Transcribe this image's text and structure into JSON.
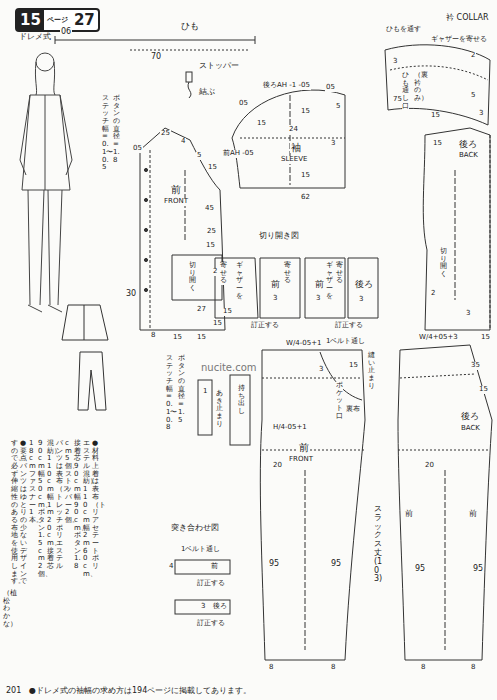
{
  "diagram": {
    "nodes": [
      {
        "text": [
          "15",
          "ページ",
          "27"
        ]
      }
    ],
    "labels": [
      "ドレメ式",
      "06",
      "ひも",
      "70",
      "ストッパー",
      "結ぶ",
      "後ろAH -1 -05",
      "05",
      "05",
      "15",
      "5",
      "15",
      "24",
      "袖",
      "SLEEVE",
      "前AH -05",
      "15",
      "3",
      "62",
      "衿 COLLAR",
      "ひもを通す",
      "ギャザーを寄せる",
      "3",
      "2",
      "ひも通し口",
      "（裏衿のみ）",
      "75",
      "15",
      "5",
      "3",
      "ボタンの直径=1.8",
      "ステッチ幅=0.1〜0.5",
      "05",
      "25",
      "4",
      "5",
      "15",
      "前",
      "FRONT",
      "45",
      "25",
      "30",
      "15",
      "2",
      "27",
      "切り開く",
      "15",
      "8",
      "15",
      "15",
      "切り開き図",
      "寄せる",
      "ギャザーを",
      "前",
      "3",
      "寄せる",
      "前",
      "3",
      "ギャザーを",
      "寄せる",
      "後ろ",
      "3",
      "15",
      "訂正する",
      "訂正する",
      "後ろ",
      "BACK",
      "15",
      "切り開く",
      "2",
      "3",
      "15",
      "15",
      "ボタンの直径=1.5",
      "ステッチ幅=0.1〜0.8",
      "1",
      "あき止まり",
      "持ち出し",
      "W/4-05+1",
      "1ベルト通し",
      "ポケット口",
      "15",
      "3",
      "縫い止まり",
      "裏布",
      "H/4-05+1",
      "前",
      "FRONT",
      "20",
      "95",
      "95",
      "8",
      "8",
      "スラックス丈(103)",
      "W/4+05+3",
      "35",
      "15",
      "後ろ",
      "BACK",
      "前",
      "前",
      "20",
      "95",
      "95",
      "8",
      "8",
      "突き合わせ図",
      "1ベルト通し",
      "前",
      "4",
      "訂正する",
      "後ろ",
      "3",
      "訂正する",
      "nucite.com",
      "●材料　上着は表布（トリアセテート　ポリ",
      "エステル混紡）110cm幅2m60cm、",
      "接着芯90cm幅90cm、ボタン1.8",
      "cm5個、ストッパー2個。",
      "パンツは表布（ストレッチ　ポリエステル",
      "混紡）110cm幅1m20cm、接着芯",
      "90cm幅50cm、ボタン1.5cm2個、",
      "18cmファスナー1本。",
      "●要点　パンツはゆとりの少ないデザインで",
      "すので、必ず伸縮性のある布地を使用します。",
      "（植松わかな）",
      "201",
      "●ドレメ式の袖幅の求め方は194ページに掲載してあります。"
    ]
  }
}
